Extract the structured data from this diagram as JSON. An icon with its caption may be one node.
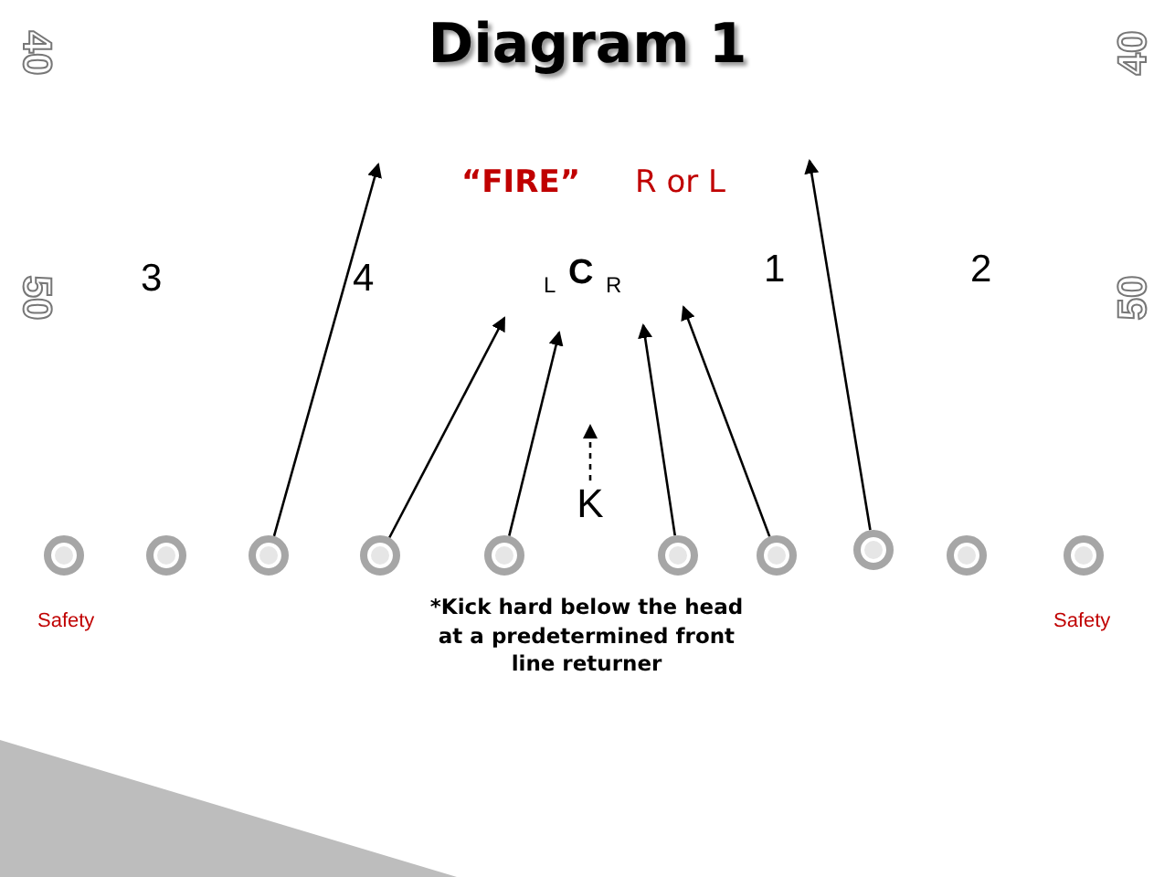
{
  "diagram": {
    "title": "Diagram 1",
    "nodes": [
      {
        "text": [],
        "shape": "circle"
      },
      {
        "text": [],
        "shape": "circle"
      },
      {
        "text": [],
        "shape": "circle"
      },
      {
        "text": [],
        "shape": "circle"
      },
      {
        "text": [],
        "shape": "circle"
      },
      {
        "text": [],
        "shape": "circle"
      },
      {
        "text": [],
        "shape": "circle"
      },
      {
        "text": [],
        "shape": "circle"
      },
      {
        "text": [],
        "shape": "circle"
      },
      {
        "text": [],
        "shape": "circle"
      },
      {
        "text": [
          "K"
        ]
      }
    ],
    "edges": [
      {
        "from": 2,
        "to": null,
        "arrow": "to"
      },
      {
        "from": 3,
        "to": null,
        "arrow": "to"
      },
      {
        "from": 4,
        "to": null,
        "arrow": "to"
      },
      {
        "from": 5,
        "to": null,
        "arrow": "to"
      },
      {
        "from": 6,
        "to": null,
        "arrow": "to"
      },
      {
        "from": 7,
        "to": null,
        "arrow": "to"
      },
      {
        "from": 10,
        "to": null,
        "arrow": "to",
        "style": "dashed"
      }
    ],
    "labels": [
      "40",
      "40",
      "“FIRE”",
      "R or L",
      "50",
      "3",
      "4",
      "L",
      "C",
      "R",
      "1",
      "2",
      "50",
      "Safety",
      "*Kick hard below the head at a predetermined front line returner",
      "Safety"
    ]
  }
}
